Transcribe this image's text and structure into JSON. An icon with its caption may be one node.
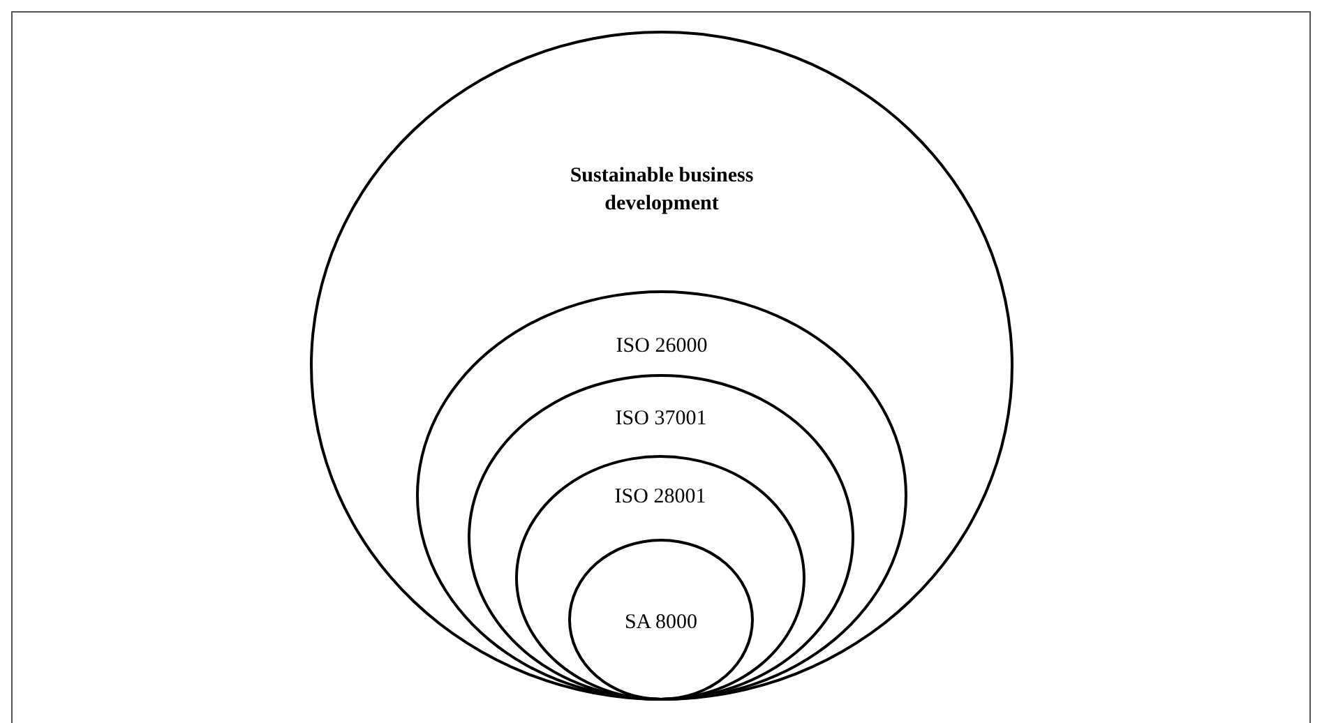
{
  "diagram": {
    "nodes": [
      {
        "text": [
          "Sustainable business development"
        ]
      },
      {
        "text": [
          "ISO 26000"
        ],
        "in": 0
      },
      {
        "text": [
          "ISO 37001"
        ],
        "in": 1
      },
      {
        "text": [
          "ISO 28001"
        ],
        "in": 2
      },
      {
        "text": [
          "SA 8000"
        ],
        "in": 3
      }
    ]
  }
}
